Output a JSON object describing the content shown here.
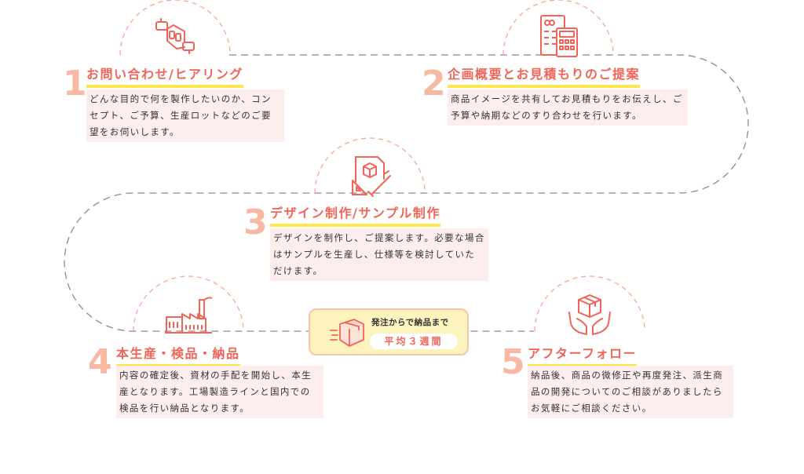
{
  "colors": {
    "accent_red": "#f26457",
    "number_peach": "#f7b9a1",
    "underline_yellow": "#fbe74c",
    "desc_bg": "#fdeded",
    "badge_bg": "#fdf3be",
    "path_gray": "#8a8a8a"
  },
  "steps": [
    {
      "number": "1",
      "title": "お問い合わせ/ヒアリング",
      "description": "どんな目的で何を製作したいのか、コンセプト、ご予算、生産ロットなどのご要望をお伺いします。",
      "icon": "handshake-icon"
    },
    {
      "number": "2",
      "title": "企画概要とお見積もりのご提案",
      "description": "商品イメージを共有してお見積もりをお伝えし、ご予算や納期などのすり合わせを行います。",
      "icon": "estimate-calculator-icon"
    },
    {
      "number": "3",
      "title": "デザイン制作/サンプル制作",
      "description": "デザインを制作し、ご提案します。必要な場合はサンプルを生産し、仕様等を検討していただけます。",
      "icon": "design-tools-icon"
    },
    {
      "number": "4",
      "title": "本生産・検品・納品",
      "description": "内容の確定後、資材の手配を開始し、本生産となります。工場製造ラインと国内での検品を行い納品となります。",
      "icon": "factory-icon"
    },
    {
      "number": "5",
      "title": "アフターフォロー",
      "description": "納品後、商品の微修正や再度発注、派生商品の開発についてのご相談がありましたらお気軽にご相談ください。",
      "icon": "hands-box-icon"
    }
  ],
  "lead_time": {
    "caption": "発注からで納品まで",
    "value": "平均３週間",
    "icon": "delivery-box-icon"
  }
}
